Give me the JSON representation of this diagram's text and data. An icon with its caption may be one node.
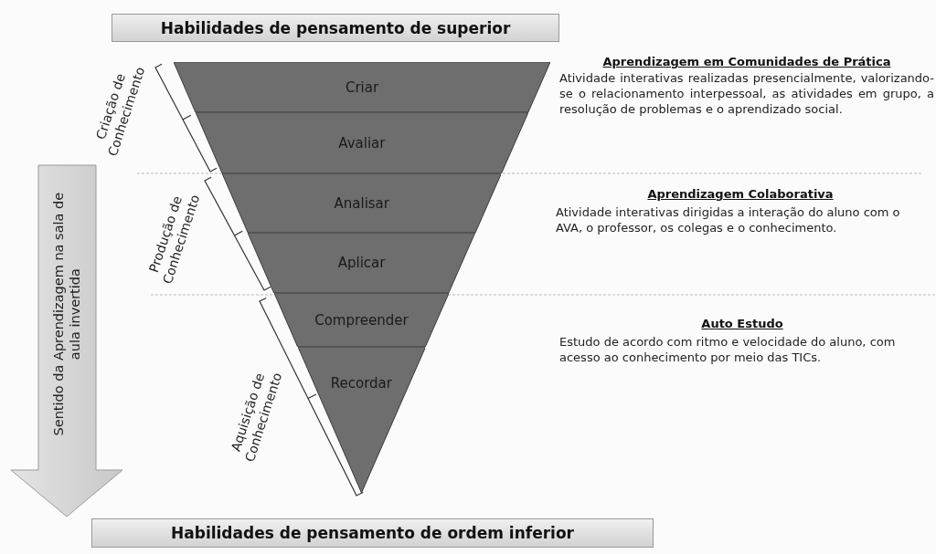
{
  "diagram": {
    "nodes": [
      {
        "text": [
          "Habilidades de pensamento de superior"
        ]
      },
      {
        "text": [
          "Criar"
        ]
      },
      {
        "text": [
          "Avaliar"
        ]
      },
      {
        "text": [
          "Analisar"
        ]
      },
      {
        "text": [
          "Aplicar"
        ]
      },
      {
        "text": [
          "Compreender"
        ]
      },
      {
        "text": [
          "Recordar"
        ]
      },
      {
        "text": [
          "Habilidades de pensamento de ordem inferior"
        ]
      },
      {
        "text": [
          "Sentido da Aprendizagem na sala de aula invertida"
        ]
      }
    ],
    "labels": [
      "Criação de Conhecimento",
      "Aprendizagem em Comunidades de Prática",
      "Atividade interativas realizadas presencialmente, valorizando-se o relacionamento interpessoal, as atividades em grupo, a resolução de problemas e o aprendizado social.",
      "Produção de Conhecimento",
      "Aprendizagem Colaborativa",
      "Atividade interativas dirigidas a interação do aluno com o AVA, o professor, os colegas e o conhecimento.",
      "Aquisição de Conhecimento",
      "Auto Estudo",
      "Estudo de acordo com ritmo e velocidade do aluno, com acesso ao conhecimento por meio das TICs."
    ]
  }
}
